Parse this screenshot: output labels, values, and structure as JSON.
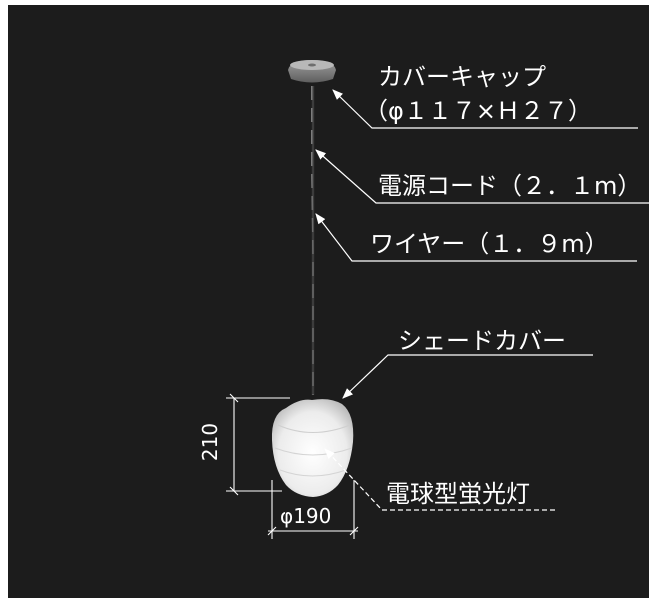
{
  "diagram": {
    "labels": {
      "cover_cap": "カバーキャップ",
      "cover_cap_size": "（φ１１７×Ｈ２７）",
      "power_cord": "電源コード（２．１m）",
      "wire": "ワイヤー（１．９m）",
      "shade_cover": "シェードカバー",
      "bulb": "電球型蛍光灯"
    },
    "dimensions": {
      "height": "210",
      "diameter": "φ190"
    }
  },
  "colors": {
    "background": "#1c1c1c",
    "lines": "#ffffff",
    "shade": "#f2f2f2",
    "cap": "#8a8a8a"
  }
}
